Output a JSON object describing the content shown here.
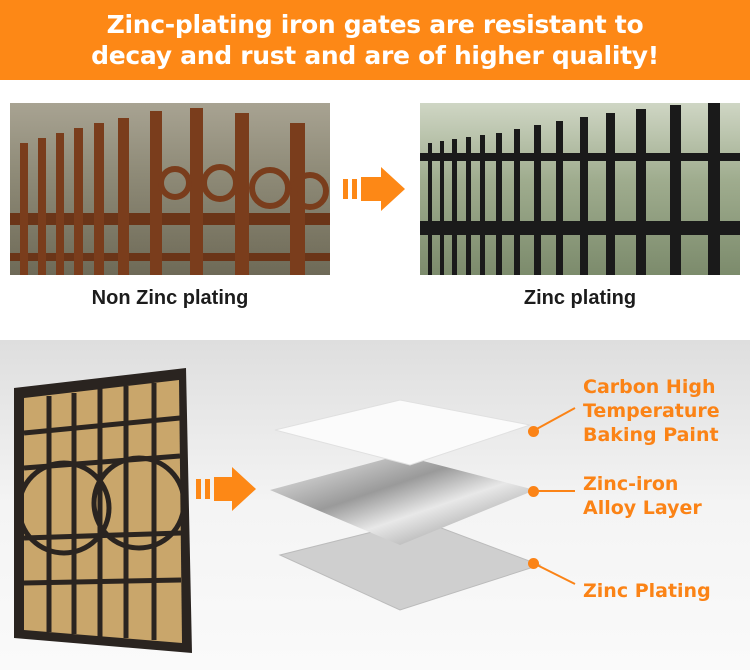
{
  "header": {
    "line1": "Zinc-plating iron gates are resistant to",
    "line2": "decay and rust and are of higher quality!"
  },
  "comparison": {
    "left_caption": "Non Zinc plating",
    "right_caption": "Zinc plating"
  },
  "layers": [
    {
      "label_lines": [
        "Carbon High",
        "Temperature",
        "Baking Paint"
      ]
    },
    {
      "label_lines": [
        "Zinc-iron",
        "Alloy Layer"
      ]
    },
    {
      "label_lines": [
        "Zinc Plating"
      ]
    }
  ],
  "colors": {
    "accent": "#fd8816",
    "rust": "#7a3d1c",
    "black_fence": "#1a1a1a"
  }
}
